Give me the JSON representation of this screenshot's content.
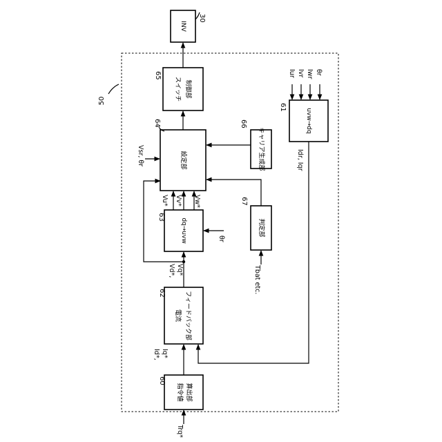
{
  "figure": {
    "ref_50": "50",
    "inv": {
      "label": "INV",
      "ref": "30"
    },
    "blocks": {
      "b60": {
        "ref": "60",
        "line1": "指令値",
        "line2": "算出部"
      },
      "b62": {
        "ref": "62",
        "line1": "電流",
        "line2": "フィードバック部"
      },
      "b63": {
        "ref": "63",
        "line1": "dq→uvw"
      },
      "b64": {
        "ref": "64",
        "line1": "設定部"
      },
      "b65": {
        "ref": "65",
        "line1": "スイッチ",
        "line2": "制御部"
      },
      "b66": {
        "ref": "66",
        "line1": "キャリア生成部"
      },
      "b67": {
        "ref": "67",
        "line1": "判定部"
      },
      "b61": {
        "ref": "61",
        "line1": "uvw→dq"
      }
    },
    "signals": {
      "trq": "Trq*",
      "id_iq_1": "Id*,",
      "id_iq_2": "Iq*",
      "vd_vq_1": "Vd*,",
      "vd_vq_2": "Vq*",
      "vu": "Vu*",
      "vv": "Vv*",
      "vw": "Vw*",
      "theta_63": "θr",
      "vsr_theta": "Vsr, θr",
      "tbat": "Tbat etc.",
      "idr_iqr": "Idr, Iqr",
      "iur": "Iur",
      "ivr": "Ivr",
      "iwr": "Iwr",
      "theta_61": "θr"
    }
  }
}
